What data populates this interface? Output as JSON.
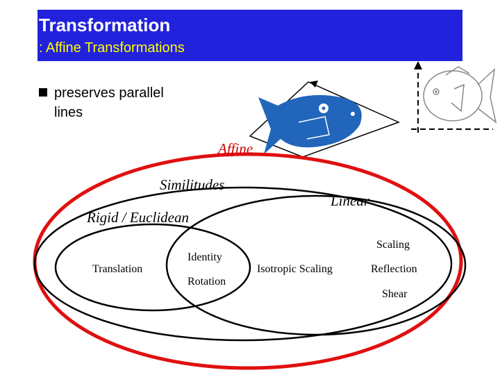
{
  "header": {
    "title": "Transformation",
    "subtitle": ": Affine Transformations"
  },
  "bullet": {
    "text": "preserves parallel lines"
  },
  "sets": {
    "affine": "Affine",
    "similitudes": "Similitudes",
    "linear": "Linear",
    "rigid": "Rigid / Euclidean"
  },
  "members": {
    "identity": "Identity",
    "translation": "Translation",
    "rotation": "Rotation",
    "isotropic_scaling": "Isotropic Scaling",
    "scaling": "Scaling",
    "reflection": "Reflection",
    "shear": "Shear"
  },
  "colors": {
    "title_bar": "#2222dd",
    "title_text": "#ffffff",
    "subtitle_text": "#ffff00",
    "affine_outline": "#e01010",
    "affine_label": "#cc0000",
    "fish_fill": "#2266bb",
    "set_outline": "#000000"
  },
  "icons": [
    "bullet-square-icon",
    "fish-illustration",
    "outlined-fish-illustration"
  ]
}
